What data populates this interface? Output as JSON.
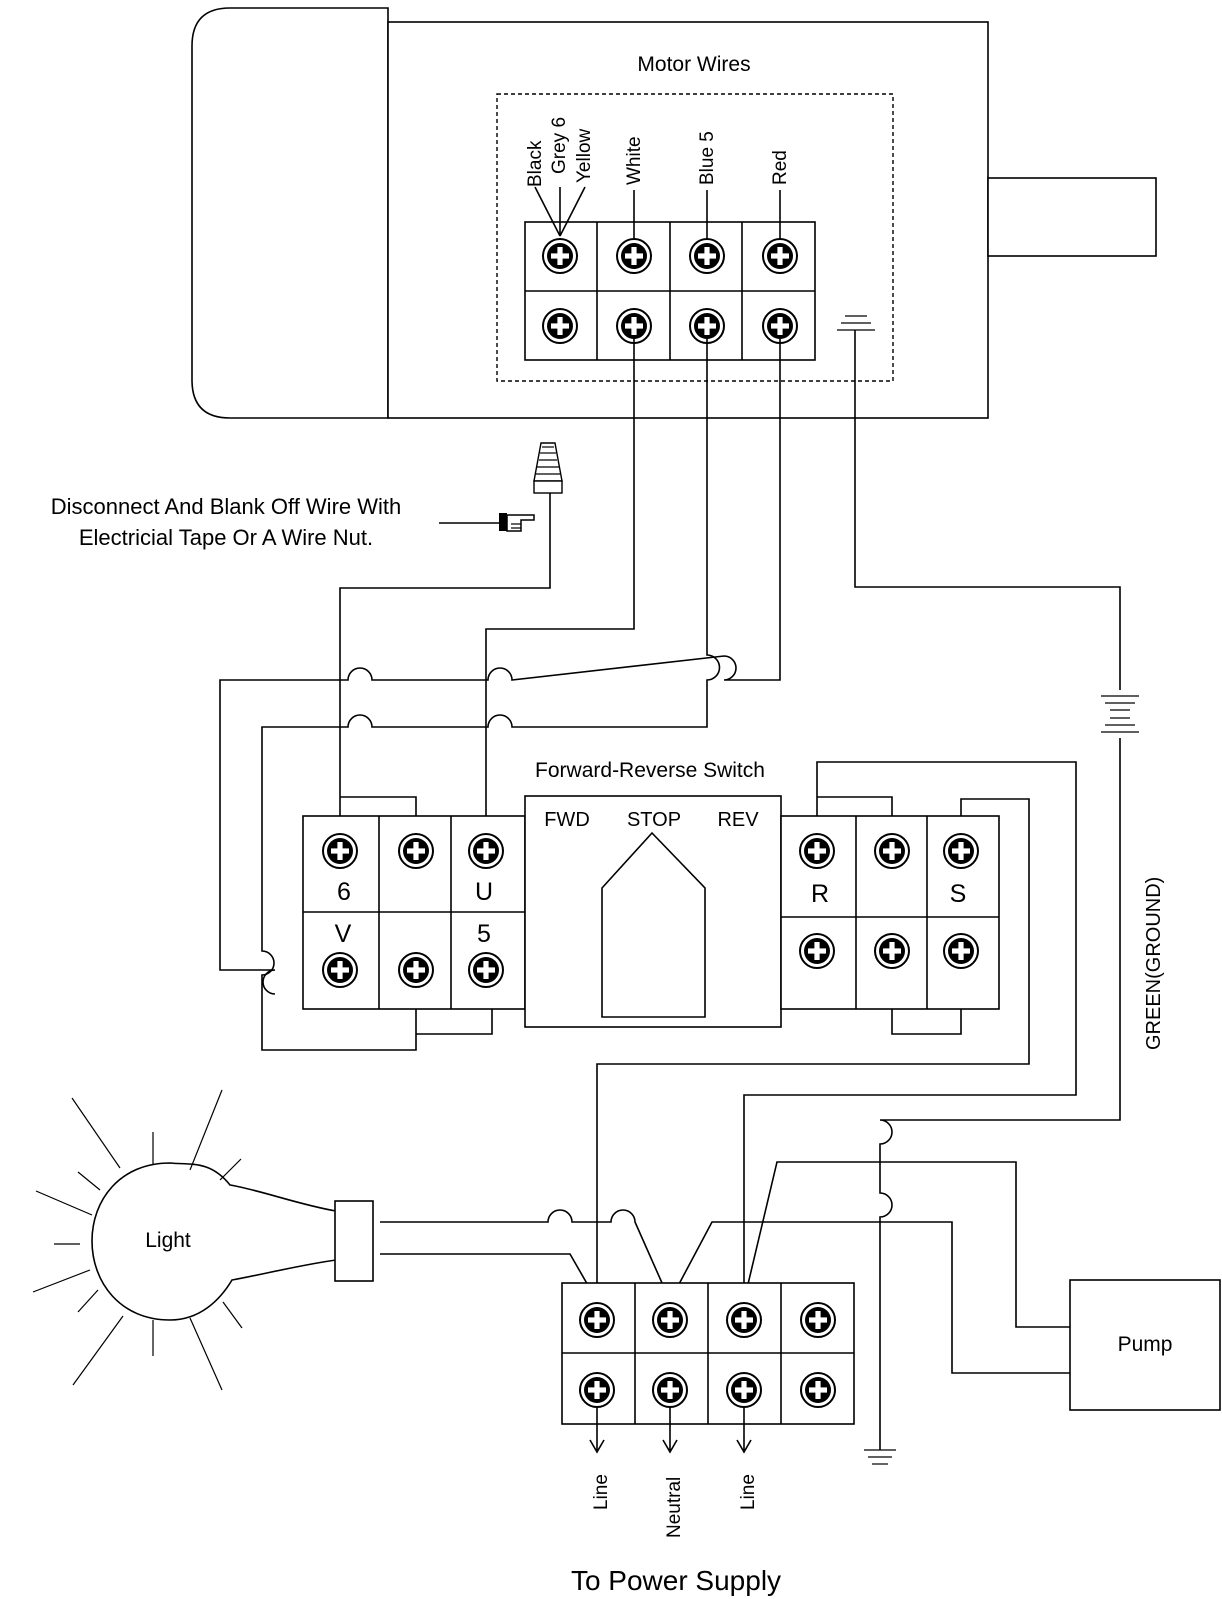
{
  "motor": {
    "title": "Motor Wires",
    "wire_labels": [
      "Black",
      "Grey 6",
      "Yellow",
      "White",
      "Blue 5",
      "Red"
    ]
  },
  "note": {
    "line1": "Disconnect And Blank Off Wire With",
    "line2": "Electricial Tape Or A Wire Nut."
  },
  "switch": {
    "title": "Forward-Reverse Switch",
    "positions": [
      "FWD",
      "STOP",
      "REV"
    ],
    "left_top_labels": [
      "6",
      "",
      "U"
    ],
    "left_bottom_labels": [
      "V",
      "",
      "5"
    ],
    "right_top_labels": [
      "R",
      "",
      "S"
    ]
  },
  "ground_label": "GREEN(GROUND)",
  "light_label": "Light",
  "pump_label": "Pump",
  "supply": {
    "terminal_labels": [
      "Line",
      "Neutral",
      "Line"
    ],
    "title": "To Power Supply"
  }
}
